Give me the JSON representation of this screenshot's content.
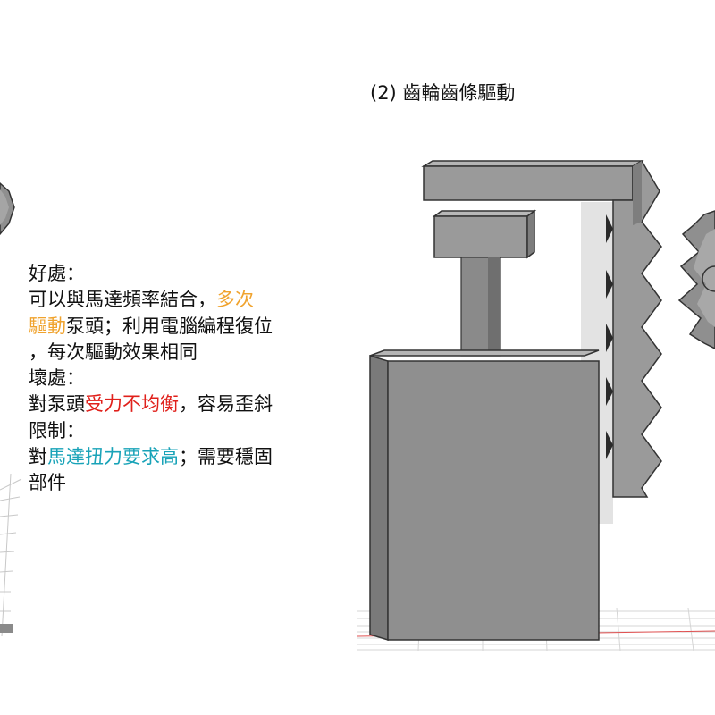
{
  "title": "(2) 齒輪齒條驅動",
  "pros": {
    "heading": "好處：",
    "line1_a": "可以與馬達頻率結合，",
    "line1_hl": "多次",
    "line2_hl": "驅動",
    "line2_b": "泵頭；利用電腦編程復位",
    "line3": "，每次驅動效果相同"
  },
  "cons": {
    "heading": "壞處：",
    "line1_a": "對泵頭",
    "line1_hl": "受力不均衡",
    "line1_b": "，容易歪斜"
  },
  "limits": {
    "heading": "限制：",
    "line1_a": "對",
    "line1_hl": "馬達扭力要求高",
    "line1_b": "；需要穩固",
    "line2": "部件"
  },
  "colors": {
    "highlight_orange": "#f0a32e",
    "highlight_red": "#e0201b",
    "highlight_teal": "#19a3b8",
    "model_gray": "#8f8f8f"
  }
}
